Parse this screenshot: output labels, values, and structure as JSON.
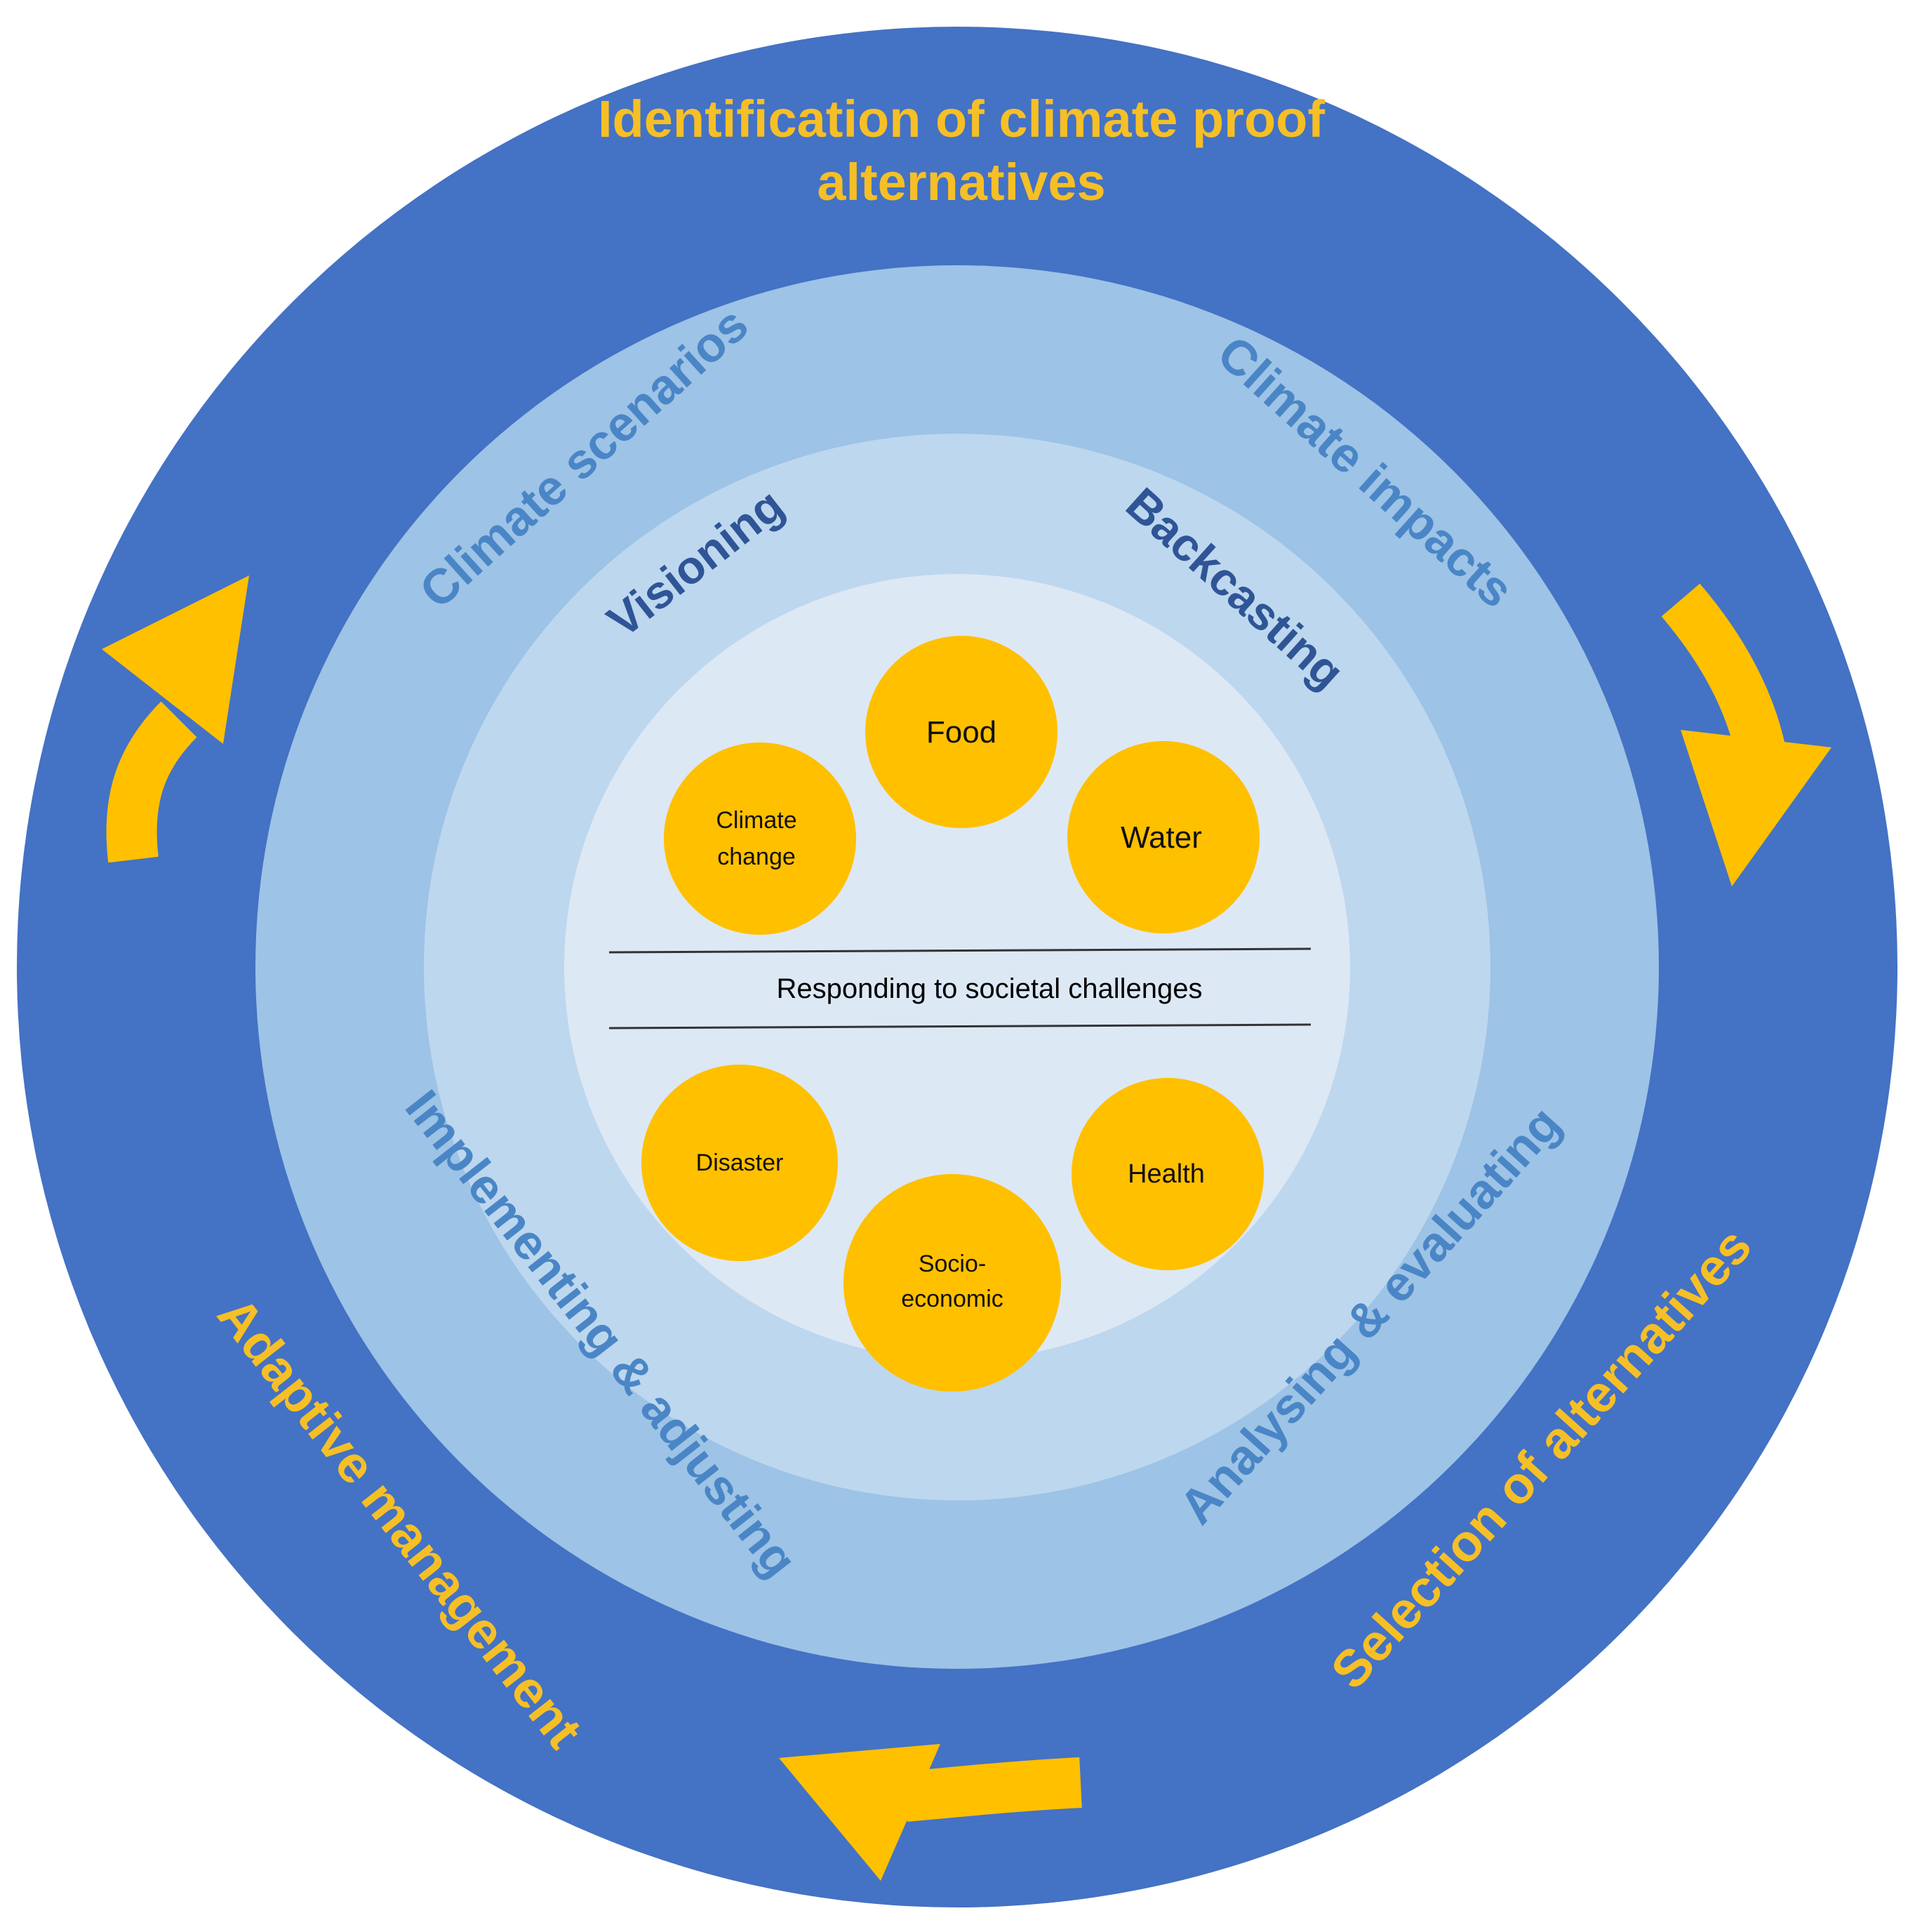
{
  "colors": {
    "outer_ring": "#4472c4",
    "ring2": "#9dc3e6",
    "ring3": "#bdd7ee",
    "center": "#dde8f5",
    "accent": "#ffc000",
    "ring_text": "#4a86c6",
    "inner_text": "#2f5597"
  },
  "outer": {
    "top_line1": "Identification of climate proof",
    "top_line2": "alternatives",
    "left": "Adaptive management",
    "right": "Selection of alternatives"
  },
  "ring2": {
    "top_left": "Climate scenarios",
    "top_right": "Climate impacts",
    "bottom_left": "Implementing & adjusting",
    "bottom_right": "Analysing & evaluating"
  },
  "ring3": {
    "top_left": "Visioning",
    "top_right": "Backcasting"
  },
  "center_label": "Responding to societal challenges",
  "challenges": {
    "food": "Food",
    "water": "Water",
    "climate_change_1": "Climate",
    "climate_change_2": "change",
    "disaster": "Disaster",
    "health": "Health",
    "socio_1": "Socio-",
    "socio_2": "economic"
  },
  "arrows": [
    "arrow-left-up-icon",
    "arrow-right-down-icon",
    "arrow-bottom-left-icon"
  ]
}
